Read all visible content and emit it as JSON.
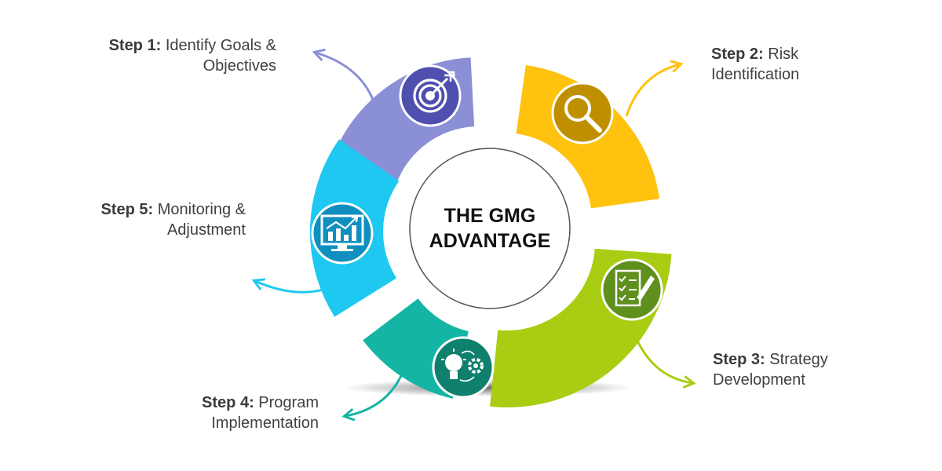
{
  "center": {
    "line1": "THE GMG",
    "line2": "ADVANTAGE"
  },
  "steps": [
    {
      "number": "Step 1:",
      "line1": "Identify Goals &",
      "line2": "Objectives",
      "color": "#8b8fd6",
      "icon": "target-icon",
      "icon_color": "#4f4fb0"
    },
    {
      "number": "Step 2:",
      "line1": "Risk",
      "line2": "Identification",
      "color": "#ffc20e",
      "icon": "magnifier-icon",
      "icon_color": "#bf8f00"
    },
    {
      "number": "Step 3:",
      "line1": "Strategy",
      "line2": "Development",
      "color": "#a8cd12",
      "icon": "checklist-pencil-icon",
      "icon_color": "#5f8f1c"
    },
    {
      "number": "Step 4:",
      "line1": "Program",
      "line2": "Implementation",
      "color": "#14b5a4",
      "icon": "lightbulb-gear-icon",
      "icon_color": "#10806e"
    },
    {
      "number": "Step 5:",
      "line1": "Monitoring &",
      "line2": "Adjustment",
      "color": "#1ec8f0",
      "icon": "monitor-chart-icon",
      "icon_color": "#0e8fbf"
    }
  ]
}
